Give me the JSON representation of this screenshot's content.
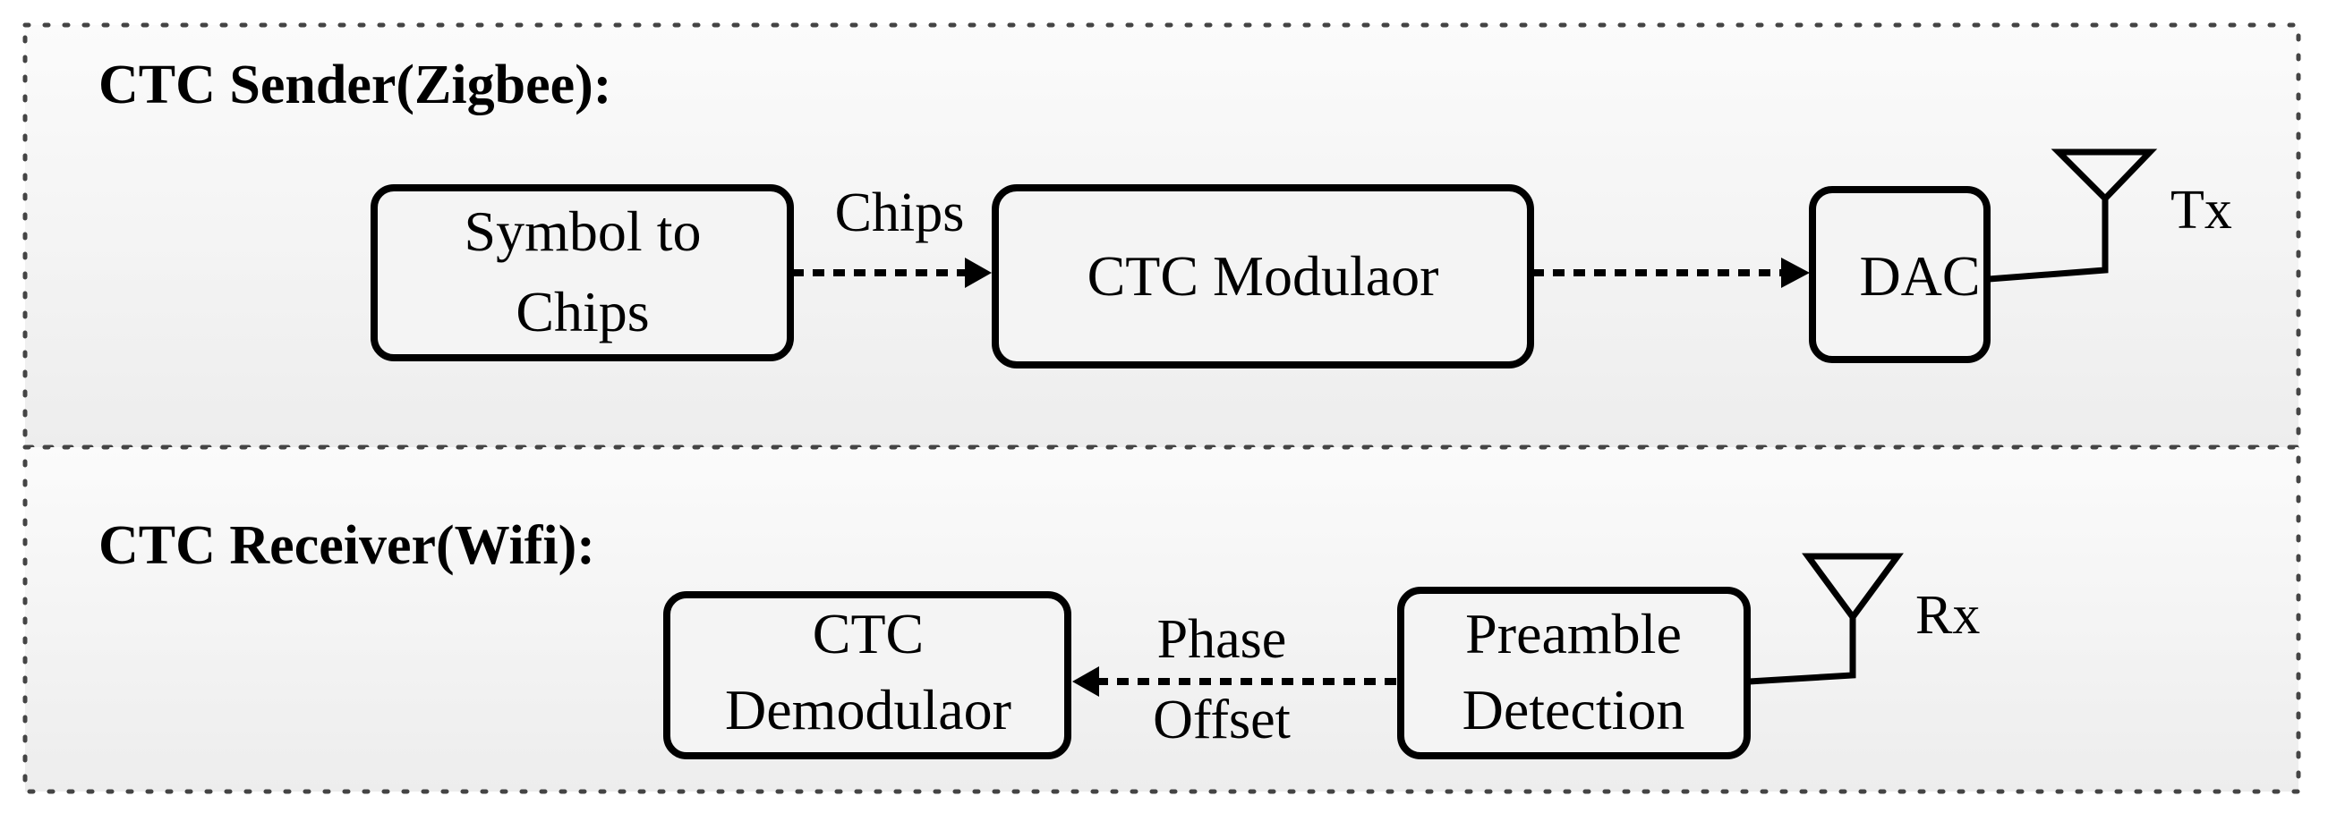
{
  "sender": {
    "title": "CTC Sender(Zigbee):",
    "blocks": {
      "symbol_to_chips": [
        "Symbol to",
        "Chips"
      ],
      "modulator": "CTC Modulaor",
      "dac": "DAC"
    },
    "edge_label": "Chips",
    "antenna_label": "Tx"
  },
  "receiver": {
    "title": "CTC Receiver(Wifi):",
    "blocks": {
      "demodulator": [
        "CTC",
        "Demodulaor"
      ],
      "preamble_detection": [
        "Preamble",
        "Detection"
      ]
    },
    "edge_label": [
      "Phase",
      "Offset"
    ],
    "antenna_label": "Rx"
  },
  "colors": {
    "panel_top": "#fafafa",
    "panel_bottom": "#ececec",
    "block_fill": "#f4f4f4",
    "stroke": "#000000"
  }
}
